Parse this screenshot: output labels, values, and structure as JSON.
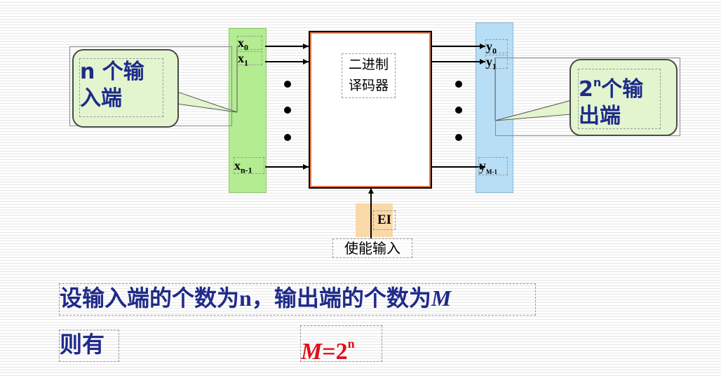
{
  "callouts": {
    "left_line1": "n 个输",
    "left_line2": "入端",
    "right_sup_base": "2",
    "right_sup_exp": "n",
    "right_line1_rest": "个输",
    "right_line2": "出端"
  },
  "decoder": {
    "line1": "二进制",
    "line2": "译码器"
  },
  "inputs": {
    "x0_base": "x",
    "x0_sub": "0",
    "x1_base": "x",
    "x1_sub": "1",
    "xn_base": "x",
    "xn_sub": "n-1"
  },
  "outputs": {
    "y0_base": "y",
    "y0_sub": "0",
    "y1_base": "y",
    "y1_sub": "1",
    "ym_base": "y",
    "ym_sub": "M-1"
  },
  "enable": {
    "pin": "EI",
    "label": "使能输入"
  },
  "statement": {
    "line1_a": "设输入端的个数为",
    "line1_n": "n",
    "line1_b": "，输出端的个数为",
    "line1_m": "M",
    "line2": "则有",
    "formula_m": "M",
    "formula_eq": "=2",
    "formula_exp": "n"
  },
  "colors": {
    "input_band": "#b3ec91",
    "output_band": "#b7def5",
    "enable_band": "#fad9a8",
    "callout_fill": "#e2f5cf",
    "text_blue": "#1f2a8a",
    "formula_red": "#e0101a"
  }
}
